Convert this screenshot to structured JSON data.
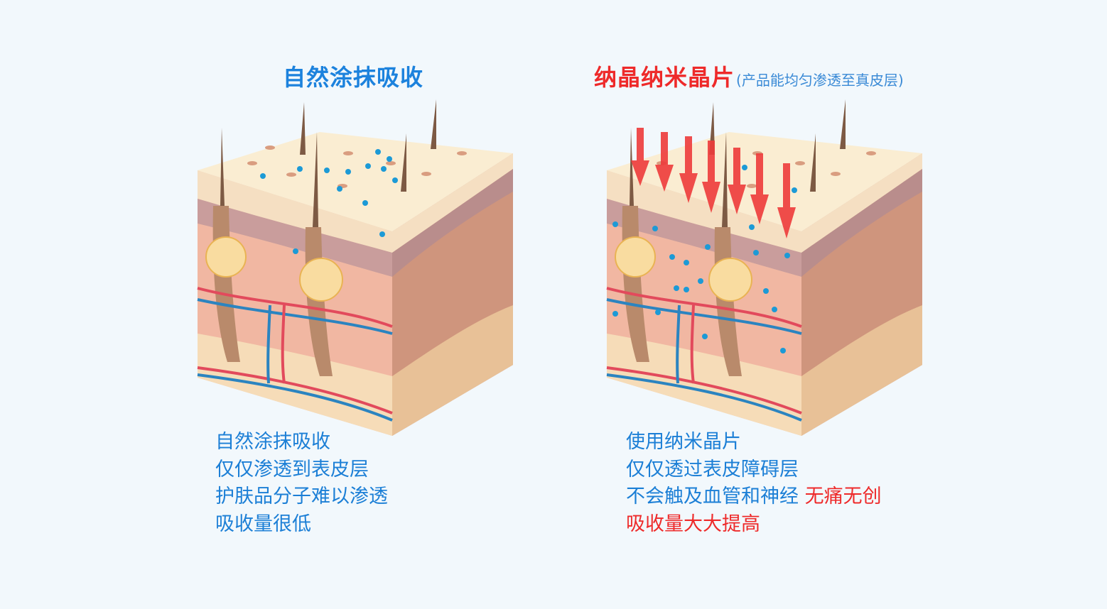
{
  "left": {
    "title": "自然涂抹吸收",
    "lines": [
      "自然涂抹吸收",
      "仅仅渗透到表皮层",
      "护肤品分子难以渗透",
      "吸收量很低"
    ]
  },
  "right": {
    "title": "纳晶纳米晶片",
    "subnote": "(产品能均匀渗透至真皮层)",
    "lines": [
      "使用纳米晶片",
      "仅仅透过表皮障碍层",
      "不会触及血管和神经",
      "吸收量大大提高"
    ],
    "highlight": "无痛无创"
  },
  "colors": {
    "blue": "#1c82dd",
    "red": "#ee2a2a",
    "background": "#f2f8fc"
  }
}
